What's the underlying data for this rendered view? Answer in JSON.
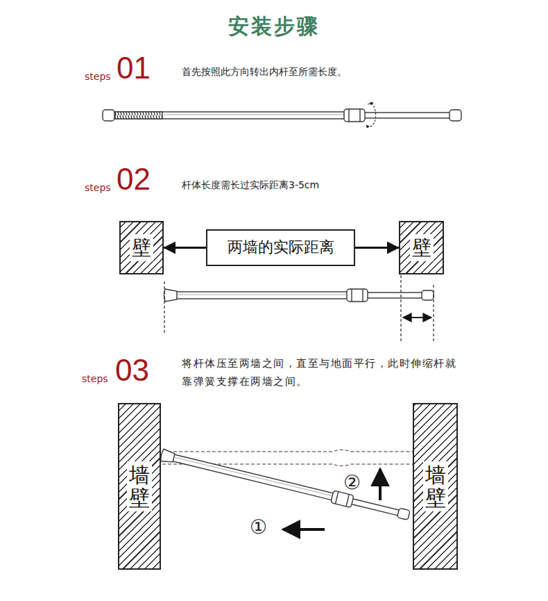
{
  "diagram": {
    "title": "安装步骤",
    "nodes": [
      {
        "text": [
          "壁"
        ]
      },
      {
        "text": [
          "两墙的实际距离"
        ]
      },
      {
        "text": [
          "壁"
        ]
      },
      {
        "text": [
          "墙壁"
        ]
      },
      {
        "text": [
          "墙壁"
        ]
      }
    ],
    "edges": [
      {
        "from": 1,
        "to": 0,
        "arrow": "to"
      },
      {
        "from": 1,
        "to": 2,
        "arrow": "to"
      }
    ],
    "labels": [
      "steps",
      "01",
      "首先按照此方向转出内杆至所需长度。",
      "steps",
      "02",
      "杆体长度需长过实际距离3-5cm",
      "steps",
      "03",
      "将杆体压至两墙之间，直至与地面平行，此时伸缩杆就靠弹簧支撑在两墙之间。",
      "①",
      "②"
    ]
  }
}
